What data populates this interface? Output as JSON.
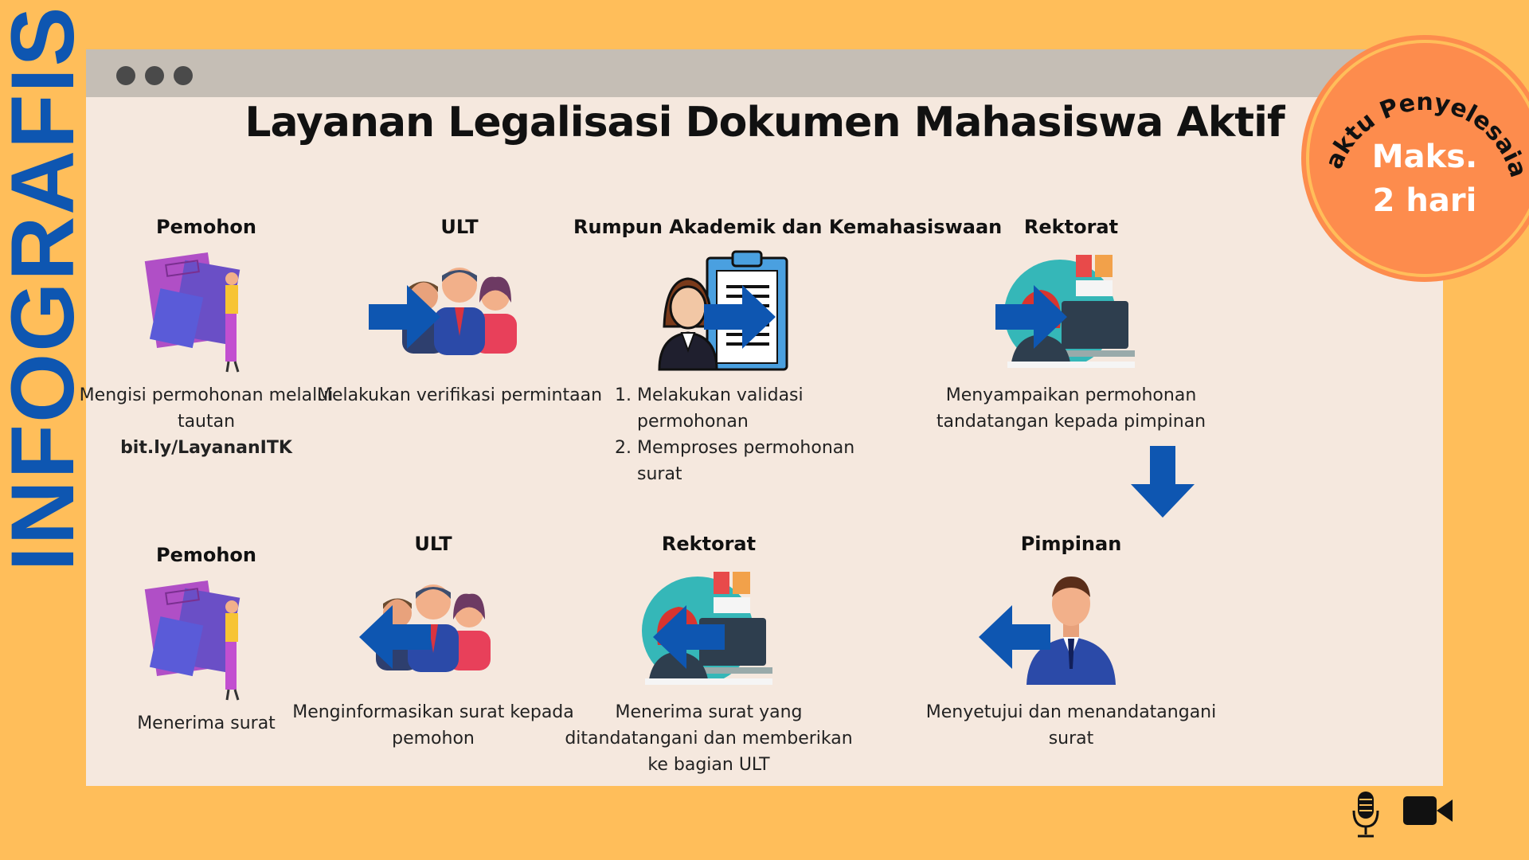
{
  "side_title": "INFOGRAFIS",
  "title": "Layanan Legalisasi Dokumen Mahasiswa Aktif",
  "badge": {
    "arc_text": "Waktu Penyelesaian",
    "line1": "Maks.",
    "line2": "2 hari"
  },
  "steps": [
    {
      "label": "Pemohon",
      "desc": "Mengisi permohonan melalui tautan",
      "link": "bit.ly/LayananITK",
      "icon": "documents-person-icon"
    },
    {
      "label": "ULT",
      "desc": "Melakukan verifikasi permintaan",
      "icon": "team-group-icon"
    },
    {
      "label": "Rumpun Akademik dan Kemahasiswaan",
      "items": [
        "Melakukan validasi permohonan",
        "Memproses permohonan surat"
      ],
      "icon": "clipboard-officer-icon"
    },
    {
      "label": "Rektorat",
      "desc": "Menyampaikan permohonan tandatangan kepada pimpinan",
      "icon": "office-worker-phone-icon"
    },
    {
      "label": "Pimpinan",
      "desc": "Menyetujui dan menandatangani surat",
      "icon": "leader-man-icon"
    },
    {
      "label": "Rektorat",
      "desc": "Menerima surat yang ditandatangani dan memberikan ke bagian ULT",
      "icon": "office-worker-phone-icon"
    },
    {
      "label": "ULT",
      "desc": "Menginformasikan surat kepada pemohon",
      "icon": "team-group-icon"
    },
    {
      "label": "Pemohon",
      "desc": "Menerima surat",
      "icon": "documents-person-icon"
    }
  ],
  "colors": {
    "background": "#ffbe5a",
    "panel": "#f5e8de",
    "arrow": "#0e56b1",
    "badge": "#fd8c4d",
    "side_title": "#0e56b1"
  }
}
